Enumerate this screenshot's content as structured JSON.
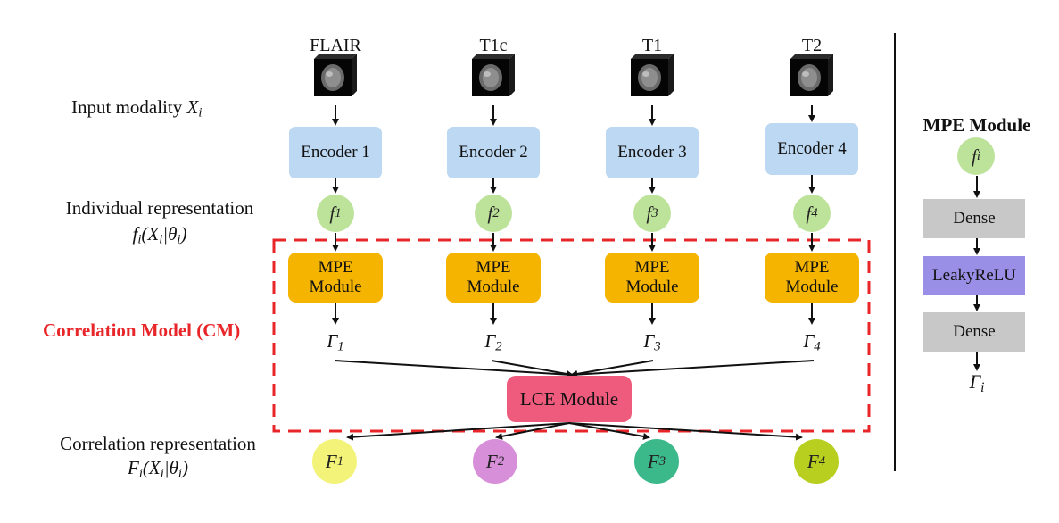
{
  "left_labels": {
    "input_modality": "Input modality",
    "input_symbol": "X",
    "input_sub": "i",
    "individual_rep": "Individual representation",
    "individual_formula": "f",
    "individual_formula_rest": "(X",
    "individual_formula_tail": "|θ",
    "individual_formula_close": ")",
    "correlation_model": "Correlation Model (CM)",
    "correlation_rep": "Correlation representation",
    "correlation_formula": "F"
  },
  "modalities": [
    "FLAIR",
    "T1c",
    "T1",
    "T2"
  ],
  "encoders": [
    "Encoder 1",
    "Encoder 2",
    "Encoder 3",
    "Encoder 4"
  ],
  "features": [
    "1",
    "2",
    "3",
    "4"
  ],
  "feature_symbol": "f",
  "mpe_label_line1": "MPE",
  "mpe_label_line2": "Module",
  "gamma_symbol": "Γ",
  "lce_label": "LCE Module",
  "output_symbol": "F",
  "output_colors": [
    "#f3f37a",
    "#d68fd8",
    "#3cb98a",
    "#b9cf1f"
  ],
  "side_panel": {
    "title": "MPE Module",
    "input_symbol": "f",
    "input_sub": "i",
    "layers": [
      "Dense",
      "LeakyReLU",
      "Dense"
    ],
    "output_symbol": "Γ",
    "output_sub": "i"
  },
  "colors": {
    "encoder": "#bcd8f2",
    "mpe": "#f4b400",
    "lce": "#ee5b7d",
    "dense": "#c8c8c8",
    "leaky": "#9a8fe6",
    "feature_circle": "#bde39a",
    "dashed_border": "#e8262a"
  }
}
